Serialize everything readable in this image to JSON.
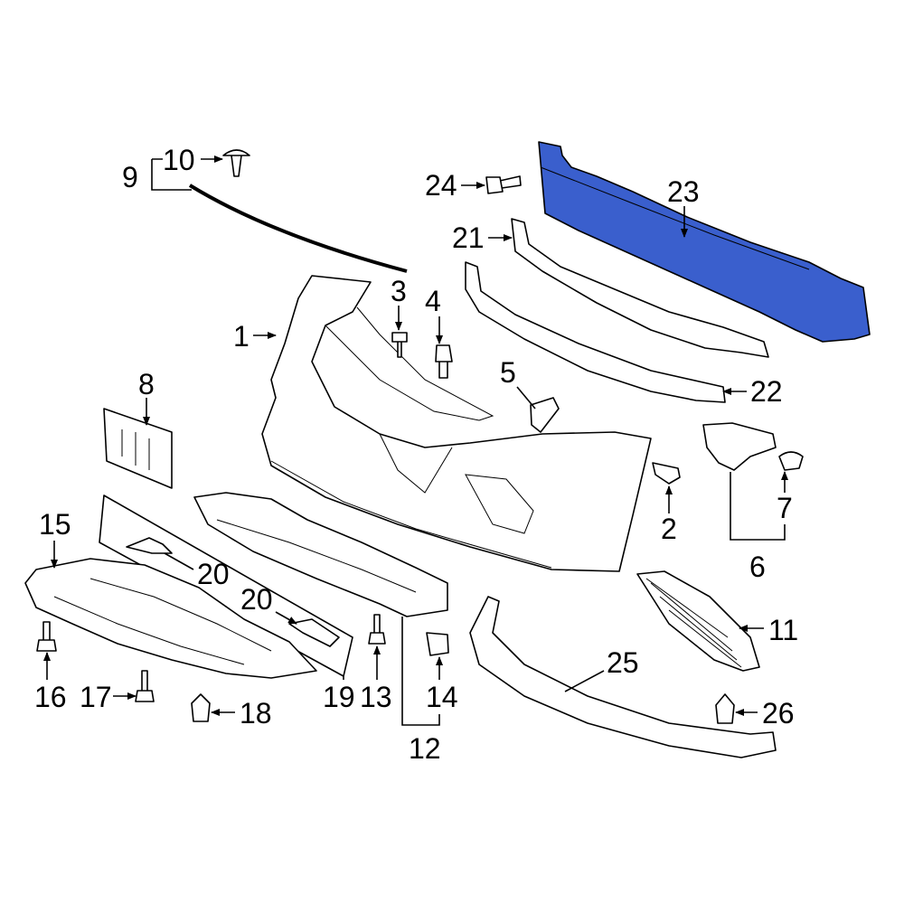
{
  "highlight_color": "#3a5fcd",
  "callouts": {
    "c1": "1",
    "c2": "2",
    "c3": "3",
    "c4": "4",
    "c5": "5",
    "c6": "6",
    "c7": "7",
    "c8": "8",
    "c9": "9",
    "c10": "10",
    "c11": "11",
    "c12": "12",
    "c13": "13",
    "c14": "14",
    "c15": "15",
    "c16": "16",
    "c17": "17",
    "c18": "18",
    "c19": "19",
    "c20a": "20",
    "c20b": "20",
    "c21": "21",
    "c22": "22",
    "c23": "23",
    "c24": "24",
    "c25": "25",
    "c26": "26"
  },
  "highlighted_part": "23"
}
